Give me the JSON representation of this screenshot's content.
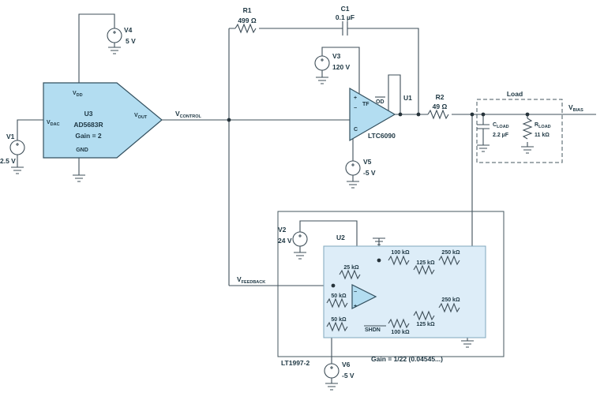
{
  "colors": {
    "component_fill": "#b3ddf1",
    "panel_fill": "#ddedf8",
    "stroke": "#3f4f59",
    "text": "#1d3642"
  },
  "sources": {
    "v1": {
      "ref": "V1",
      "value": "2.5 V"
    },
    "v2": {
      "ref": "V2",
      "value": "24 V"
    },
    "v3": {
      "ref": "V3",
      "value": "120 V"
    },
    "v4": {
      "ref": "V4",
      "value": "5 V"
    },
    "v5": {
      "ref": "V5",
      "value": "-5 V"
    },
    "v6": {
      "ref": "V6",
      "value": "-5 V"
    }
  },
  "dac": {
    "ref": "U3",
    "part": "AD5683R",
    "gain": "Gain = 2",
    "pins": {
      "vdd": {
        "base": "V",
        "sub": "DD"
      },
      "vdac": {
        "base": "V",
        "sub": "DAC"
      },
      "vout": {
        "base": "V",
        "sub": "OUT"
      },
      "gnd": "GND"
    }
  },
  "opamp": {
    "ref": "U1",
    "part": "LTC6090",
    "pins": {
      "plus": "+",
      "minus": "−",
      "comp": "C",
      "tf": "TF",
      "od": "OD"
    }
  },
  "fbamp": {
    "ref": "U2",
    "part": "LT1997-2",
    "gain_note": "Gain = 1/22 (0.04545...)",
    "pins": {
      "shdn": "SHDN",
      "minus": "−",
      "plus": "+"
    },
    "resistors": {
      "r25k": "25 kΩ",
      "r50k_a": "50 kΩ",
      "r50k_b": "50 kΩ",
      "r100k_top": "100 kΩ",
      "r125k_top": "125 kΩ",
      "r250k_top": "250 kΩ",
      "r250k_bot": "250 kΩ",
      "r125k_bot": "125 kΩ",
      "r100k_bot": "100 kΩ"
    }
  },
  "r1": {
    "ref": "R1",
    "value": "499 Ω"
  },
  "c1": {
    "ref": "C1",
    "value": "0.1 µF"
  },
  "r2": {
    "ref": "R2",
    "value": "49 Ω"
  },
  "load": {
    "title": "Load",
    "cap_ref": {
      "base": "C",
      "sub": "LOAD"
    },
    "cap_value": "2.2 µF",
    "res_ref": {
      "base": "R",
      "sub": "LOAD"
    },
    "res_value": "11 kΩ"
  },
  "nets": {
    "vcontrol": {
      "base": "V",
      "sub": "CONTROL"
    },
    "vfeedback": {
      "base": "V",
      "sub": "FEEDBACK"
    },
    "vbias": {
      "base": "V",
      "sub": "BIAS"
    }
  }
}
